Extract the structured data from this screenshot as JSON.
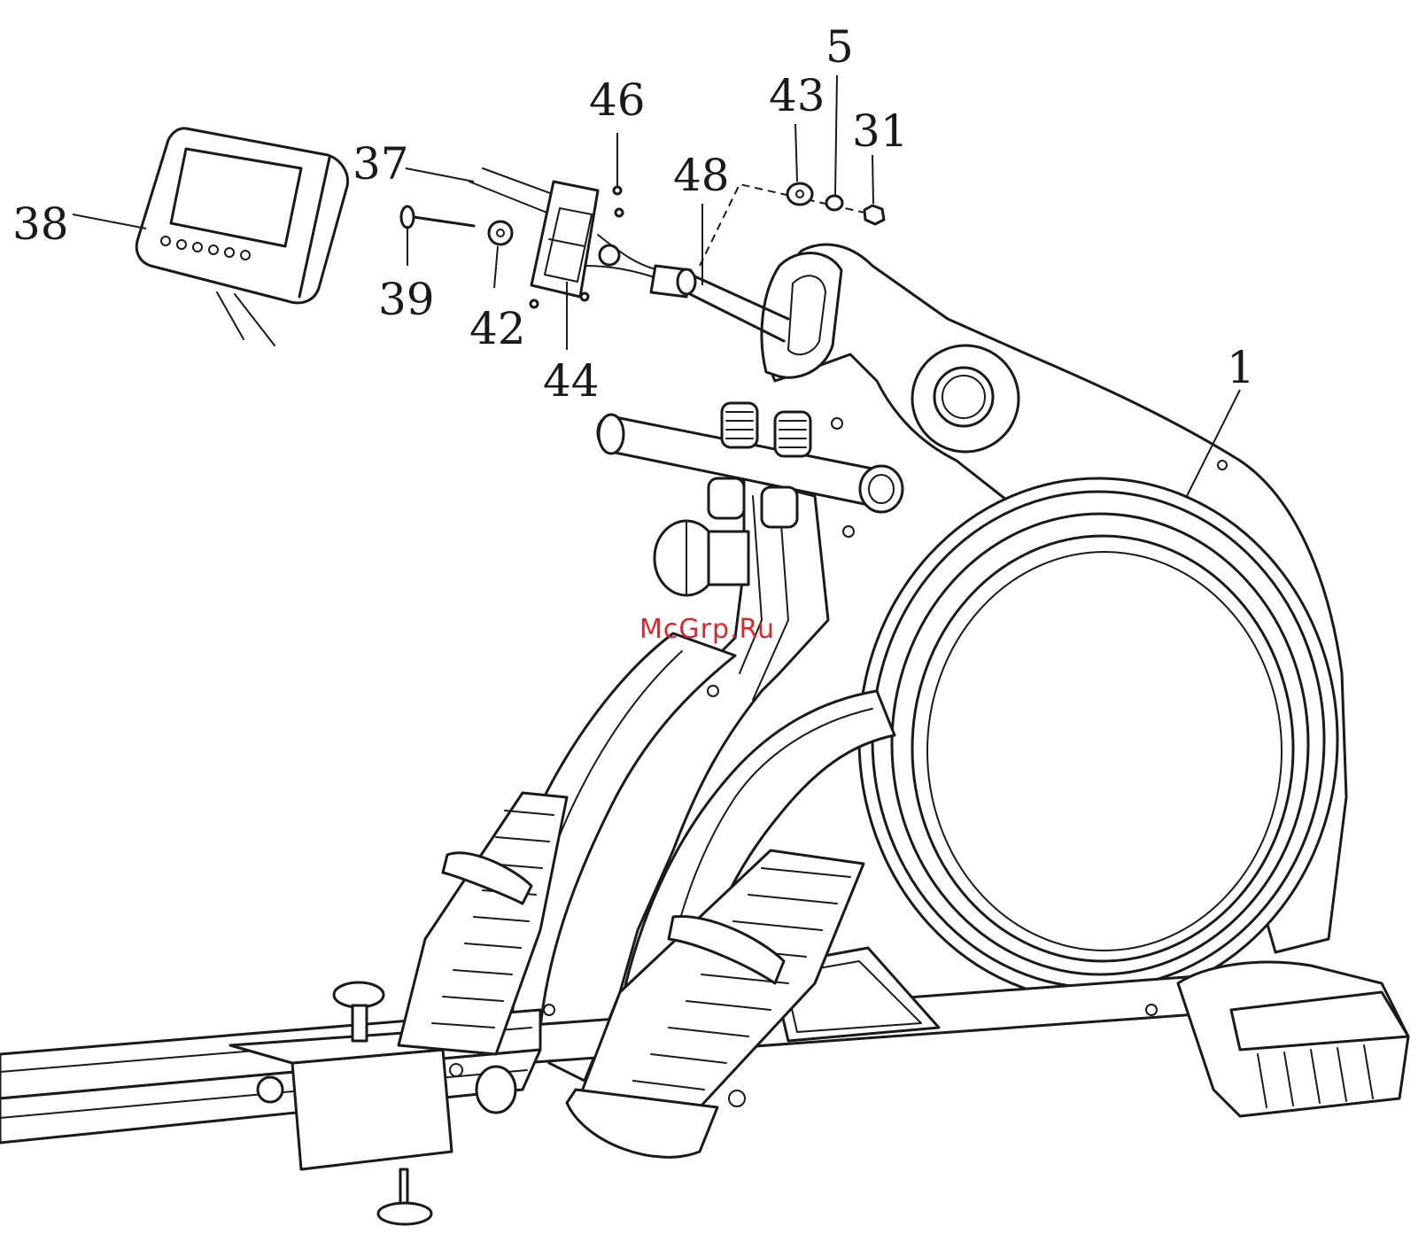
{
  "diagram": {
    "labels": {
      "p1": "1",
      "p5": "5",
      "p31": "31",
      "p37": "37",
      "p38": "38",
      "p39": "39",
      "p42": "42",
      "p43": "43",
      "p44": "44",
      "p46": "46",
      "p48": "48"
    },
    "watermark": "McGrp.Ru",
    "colors": {
      "line": "#1a1a1a",
      "background": "#ffffff",
      "watermark": "#d8282f"
    }
  }
}
